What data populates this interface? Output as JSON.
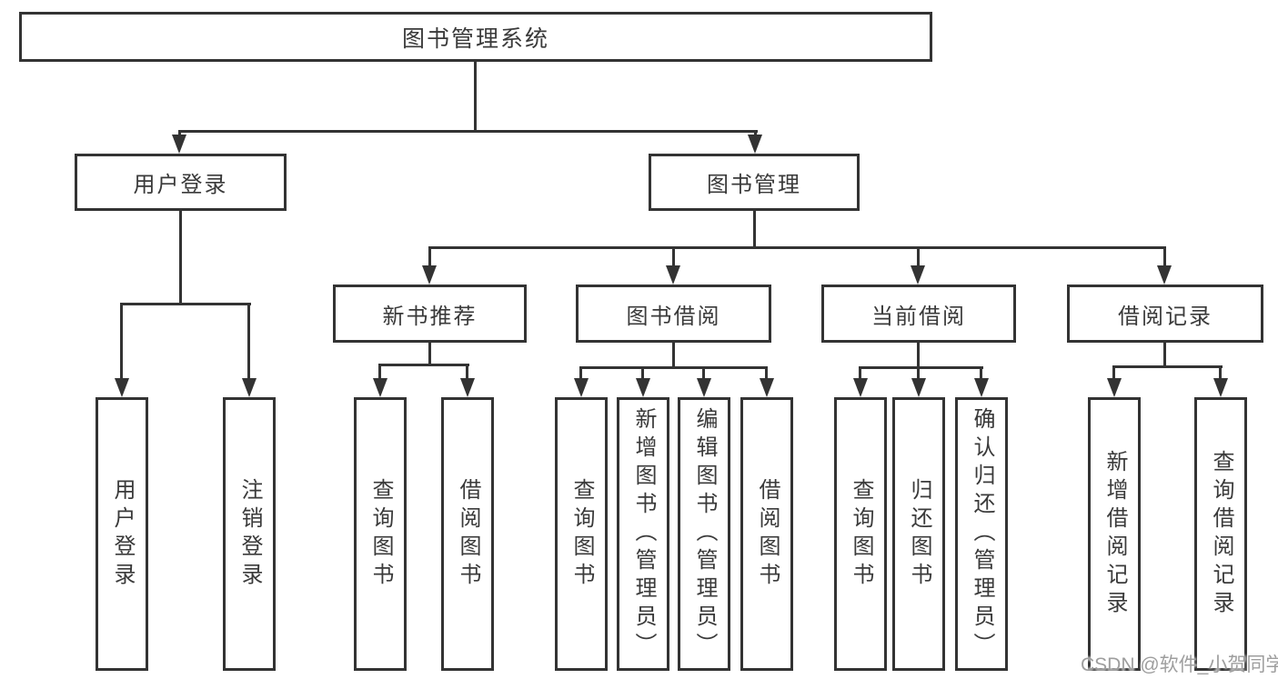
{
  "tree": {
    "root": "图书管理系统",
    "branches": [
      {
        "label": "用户登录",
        "children": [
          "用户登录",
          "注销登录"
        ]
      },
      {
        "label": "图书管理",
        "sections": [
          {
            "label": "新书推荐",
            "children": [
              "查询图书",
              "借阅图书"
            ]
          },
          {
            "label": "图书借阅",
            "children": [
              "查询图书",
              "新增图书（管理员）",
              "编辑图书（管理员）",
              "借阅图书"
            ]
          },
          {
            "label": "当前借阅",
            "children": [
              "查询图书",
              "归还图书",
              "确认归还（管理员）"
            ]
          },
          {
            "label": "借阅记录",
            "children": [
              "新增借阅记录",
              "查询借阅记录"
            ]
          }
        ]
      }
    ]
  },
  "watermark": {
    "text": "CSDN @软件_小贺同学"
  },
  "colors": {
    "line": "#333333",
    "text": "#3a3a3a",
    "watermark": "#9e9e9e",
    "bg": "#ffffff"
  }
}
